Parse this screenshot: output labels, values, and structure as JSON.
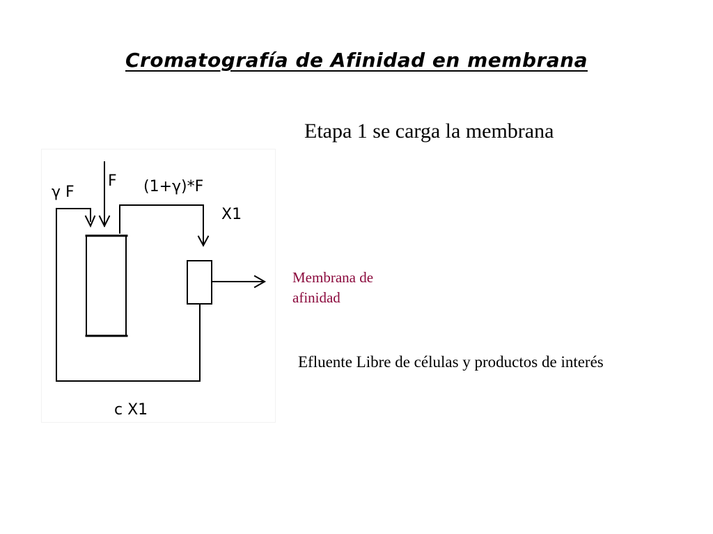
{
  "slide": {
    "title": "Cromatografía de Afinidad en membrana",
    "stage": "Etapa 1 se carga la membrana",
    "membrane_label": "Membrana de afinidad",
    "effluent_text": "Efluente Libre de células y productos de interés"
  },
  "diagram": {
    "labels": {
      "recycle_in": "γ F",
      "feed": "F",
      "combined": "(1+γ)*F",
      "membrane_in": "X1",
      "recycle": "c X1"
    }
  },
  "colors": {
    "text": "#000000",
    "membrane_label": "#8b0a3d"
  }
}
